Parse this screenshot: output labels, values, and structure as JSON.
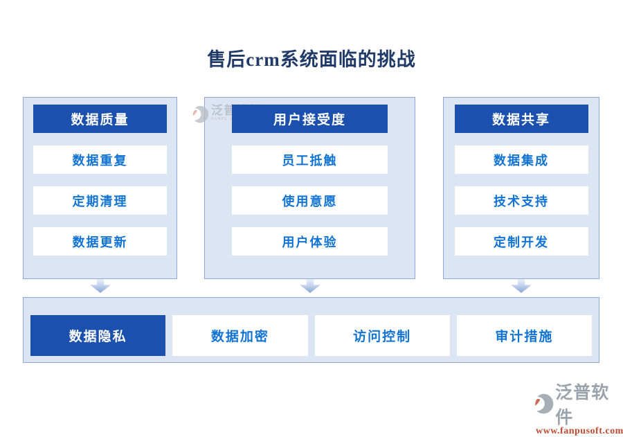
{
  "title": "售后crm系统面临的挑战",
  "columns": [
    {
      "header": "数据质量",
      "items": [
        "数据重复",
        "定期清理",
        "数据更新"
      ]
    },
    {
      "header": "用户接受度",
      "items": [
        "员工抵触",
        "使用意愿",
        "用户体验"
      ]
    },
    {
      "header": "数据共享",
      "items": [
        "数据集成",
        "技术支持",
        "定制开发"
      ]
    }
  ],
  "bottom_row": {
    "items": [
      {
        "label": "数据隐私",
        "highlighted": true
      },
      {
        "label": "数据加密",
        "highlighted": false
      },
      {
        "label": "访问控制",
        "highlighted": false
      },
      {
        "label": "审计措施",
        "highlighted": false
      }
    ]
  },
  "watermarks": {
    "center": {
      "brand": "泛普软件",
      "sub": "FANPU SOFTWARE"
    },
    "corner": {
      "brand": "泛普软件",
      "url": "www.fanpusoft.com"
    }
  },
  "colors": {
    "header_blue": "#1b50ae",
    "item_text_blue": "#1173d4",
    "panel_bg": "#dce5f4",
    "panel_border": "#8fa6d6",
    "title_navy": "#1f3a68",
    "watermark_grey": "#9ba3ab",
    "watermark_red": "#c14b31"
  }
}
